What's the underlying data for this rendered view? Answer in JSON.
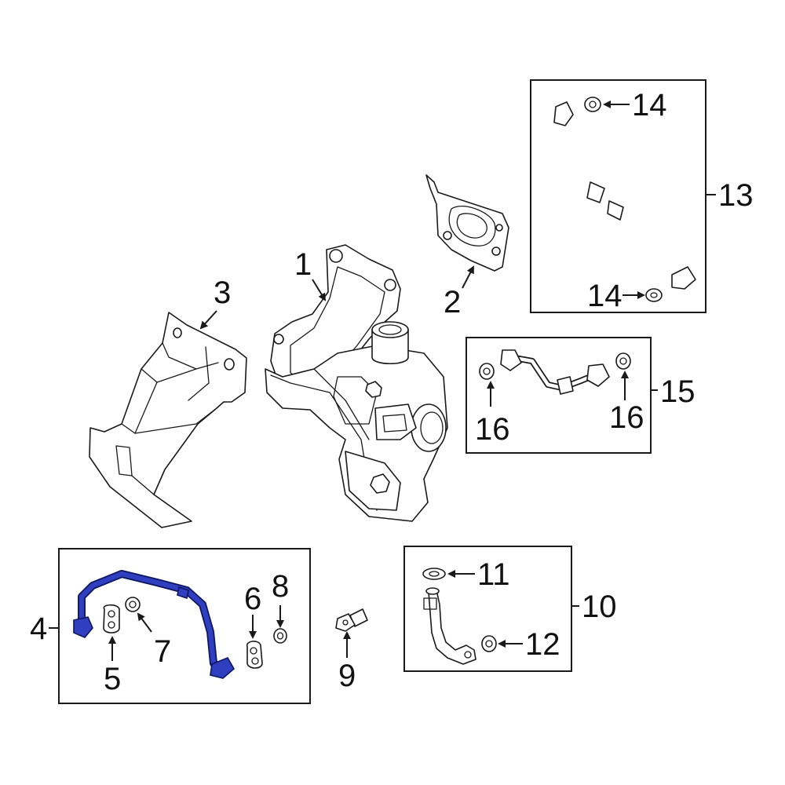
{
  "highlight_color": "#2f3fbf",
  "callouts": {
    "c1": "1",
    "c2": "2",
    "c3": "3",
    "c4": "4",
    "c5": "5",
    "c6": "6",
    "c7": "7",
    "c8": "8",
    "c9": "9",
    "c10": "10",
    "c11": "11",
    "c12": "12",
    "c13": "13",
    "c14a": "14",
    "c14b": "14",
    "c15": "15",
    "c16a": "16",
    "c16b": "16"
  }
}
